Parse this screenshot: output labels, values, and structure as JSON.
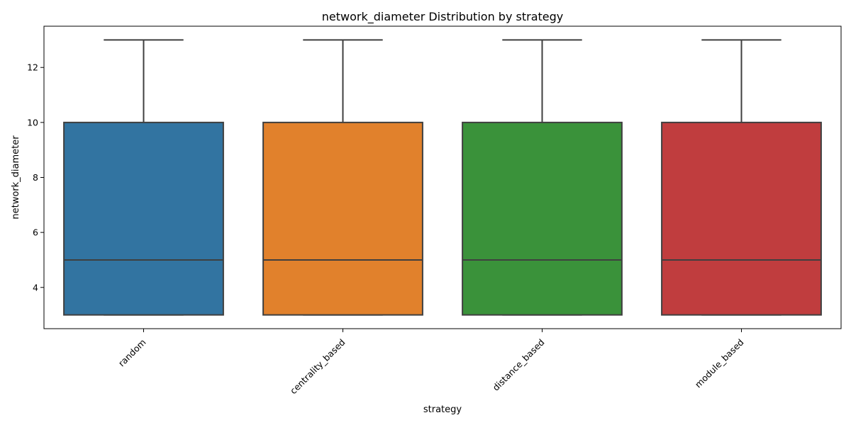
{
  "chart_data": {
    "type": "box",
    "title": "network_diameter Distribution by strategy",
    "xlabel": "strategy",
    "ylabel": "network_diameter",
    "ylim": [
      2.5,
      13.5
    ],
    "yticks": [
      4,
      6,
      8,
      10,
      12
    ],
    "categories": [
      "random",
      "centrality_based",
      "distance_based",
      "module_based"
    ],
    "colors": [
      "#3274a1",
      "#e1812c",
      "#3a923a",
      "#c03d3e"
    ],
    "boxes": [
      {
        "category": "random",
        "min": 3,
        "q1": 3,
        "median": 5,
        "q3": 10,
        "max": 13
      },
      {
        "category": "centrality_based",
        "min": 3,
        "q1": 3,
        "median": 5,
        "q3": 10,
        "max": 13
      },
      {
        "category": "distance_based",
        "min": 3,
        "q1": 3,
        "median": 5,
        "q3": 10,
        "max": 13
      },
      {
        "category": "module_based",
        "min": 3,
        "q1": 3,
        "median": 5,
        "q3": 10,
        "max": 13
      }
    ],
    "grid": false,
    "x_tick_rotation": 45
  }
}
